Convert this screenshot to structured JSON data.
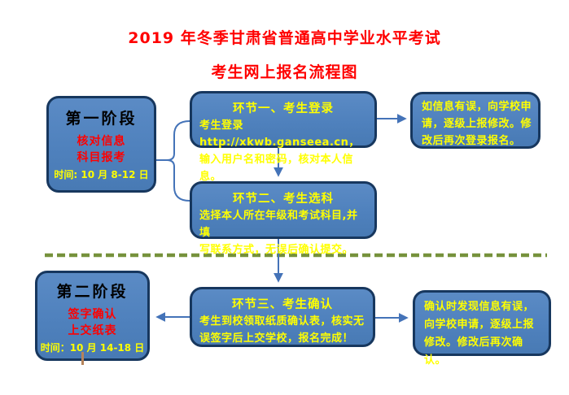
{
  "page": {
    "title_line1": "2019 年冬季甘肃省普通高中学业水平考试",
    "title_line2": "考生网上报名流程图"
  },
  "colors": {
    "title_red": "#FF0000",
    "box_fill": "#4F81BD",
    "box_border": "#17375E",
    "text_yellow": "#FFFF00",
    "text_red": "#FF0000",
    "text_black": "#000000",
    "connector_blue": "#4473B8",
    "divider_olive": "#76923C"
  },
  "stage1": {
    "title": "第一阶段",
    "line1": "核对信息",
    "line2": "科目报考",
    "time": "时间: 10 月 8-12 日"
  },
  "step1": {
    "title": "环节一、考生登录",
    "lines": [
      "考生登录 http://xkwb.ganseea.cn，",
      "输入用户名和密码，核对本人信息。"
    ]
  },
  "note1": {
    "lines": [
      "如信息有误，向学校申",
      "请，逐级上报修改。修",
      "改后再次登录报名。"
    ]
  },
  "step2": {
    "title": "环节二、考生选科",
    "lines": [
      "选择本人所在年级和考试科目,并填",
      "写联系方式，无误后确认提交。"
    ]
  },
  "stage2": {
    "title": "第二阶段",
    "line1": "签字确认",
    "line2": "上交纸表",
    "time": "时间：10 月 14-18 日"
  },
  "step3": {
    "title": "环节三、考生确认",
    "lines": [
      "考生到校领取纸质确认表，核实无",
      "误签字后上交学校，报名完成！"
    ]
  },
  "note2": {
    "lines": [
      "确认时发现信息有误，",
      "向学校申请，逐级上报",
      "修改。修改后再次确认。"
    ]
  }
}
